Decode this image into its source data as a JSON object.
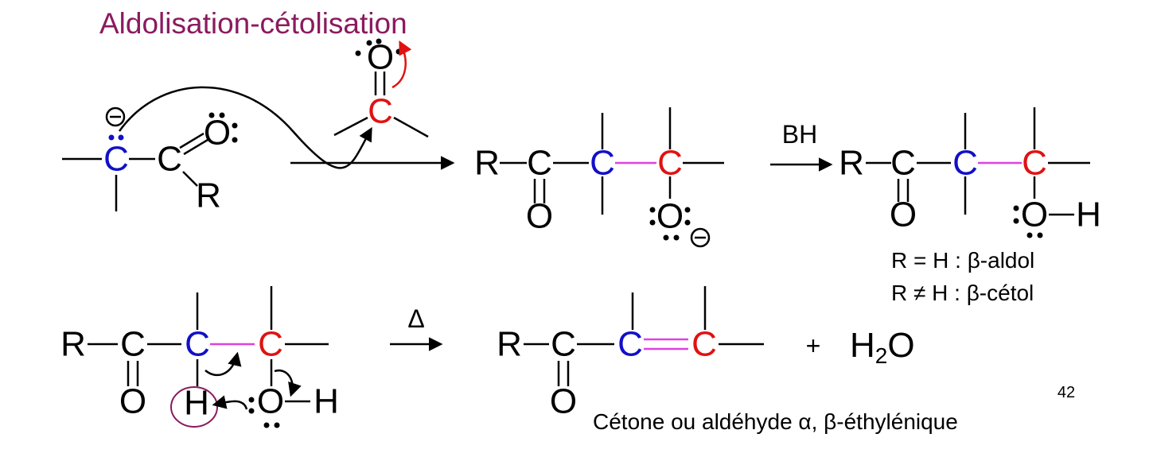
{
  "title": "Aldolisation-cétolisation",
  "atoms": {
    "C": "C",
    "O": "O",
    "R": "R",
    "H": "H"
  },
  "reagent_bh": "BH",
  "heat_symbol": "Δ",
  "notes": {
    "aldol": "R = H : β-aldol",
    "cetol": "R ≠ H : β-cétol"
  },
  "plus": "+",
  "water": {
    "h": "H",
    "sub": "2",
    "o": "O"
  },
  "product_caption": "Cétone ou aldéhyde α, β-éthylénique",
  "page_number": "42",
  "colors": {
    "title": "#8b1a5e",
    "alpha_carbon": "#1010c8",
    "carbonyl_carbon": "#e01212",
    "new_bond": "#e040e0"
  }
}
